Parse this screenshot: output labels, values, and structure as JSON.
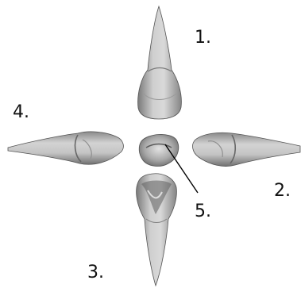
{
  "labels": {
    "view_1": "1.",
    "view_2": "2.",
    "view_3": "3.",
    "view_4": "4.",
    "view_5": "5."
  },
  "colors": {
    "tooth_light": "#d6d6d6",
    "tooth_mid": "#a9a9a9",
    "tooth_dark": "#6f6f6f",
    "tooth_shadow": "#4a4a4a",
    "pointer_line": "#000000",
    "text": "#111111",
    "background": "#ffffff"
  }
}
